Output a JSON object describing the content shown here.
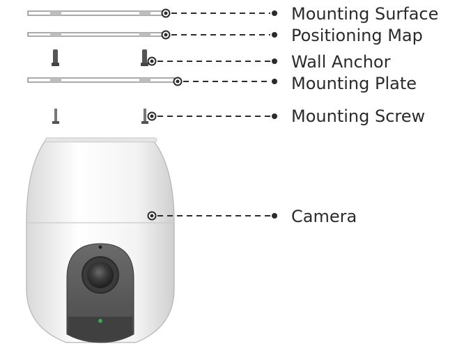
{
  "labels": {
    "mounting_surface": "Mounting Surface",
    "positioning_map": "Positioning Map",
    "wall_anchor": "Wall Anchor",
    "mounting_plate": "Mounting Plate",
    "mounting_screw": "Mounting Screw",
    "camera": "Camera"
  },
  "colors": {
    "line": "#2b2b2b",
    "plate_fill": "#ffffff",
    "plate_band": "#c8c8c8",
    "anchor": "#555555",
    "camera_body": "#f4f4f4",
    "camera_face": "#5a5a5a",
    "lens": "#2a2a2a",
    "led": "#3aa655"
  }
}
